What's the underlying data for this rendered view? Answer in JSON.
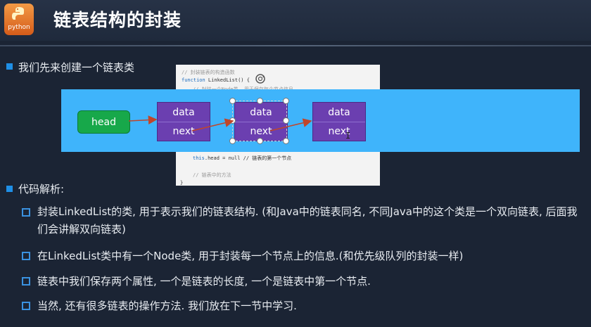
{
  "logo": {
    "text": "python"
  },
  "title": "链表结构的封装",
  "bullets": {
    "b1": "我们先来创建一个链表类",
    "b2": "代码解析:",
    "s1": "封装LinkedList的类, 用于表示我们的链表结构. (和Java中的链表同名, 不同Java中的这个类是一个双向链表, 后面我们会讲解双向链表)",
    "s2": "在LinkedList类中有一个Node类, 用于封装每一个节点上的信息.(和优先级队列的封装一样)",
    "s3": "链表中我们保存两个属性, 一个是链表的长度, 一个是链表中第一个节点.",
    "s4": "当然, 还有很多链表的操作方法. 我们放在下一节中学习."
  },
  "code": {
    "l1": "// 封装链表的构造函数",
    "l2_kw": "function",
    "l2_fn": " LinkedList() {",
    "l3": "// 封装一个Node类, 用于保存每个节点信息",
    "l4_kw": "this",
    "l4_rest": ".head = null // 链表的第一个节点",
    "l5": "// 链表中的方法",
    "l6": "}"
  },
  "diagram": {
    "head_label": "head",
    "nodes": [
      {
        "data": "data",
        "next": "next"
      },
      {
        "data": "data",
        "next": "next"
      },
      {
        "data": "data",
        "next": "next"
      }
    ]
  },
  "colors": {
    "accent": "#1f8fe6",
    "diagram_band": "#3fb4fb",
    "head": "#17a84a",
    "node": "#6b3fb0",
    "arrow": "#c0462a"
  }
}
